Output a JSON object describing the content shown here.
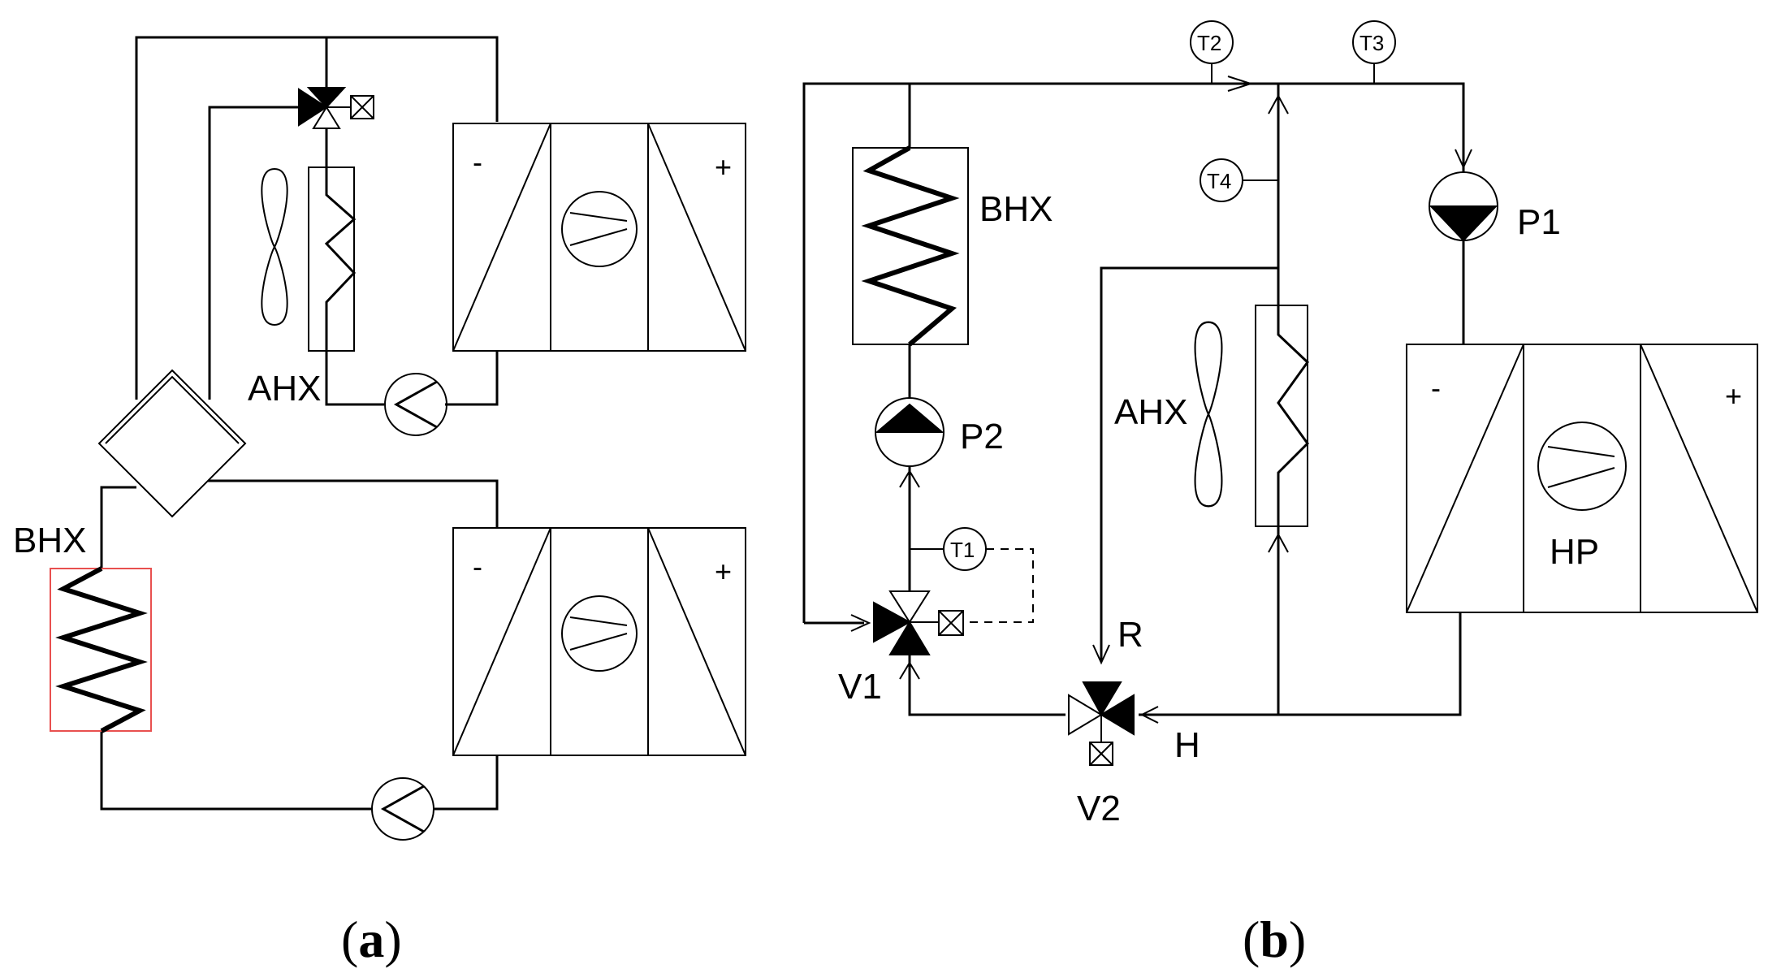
{
  "panels": {
    "a": {
      "caption_open": "(",
      "caption_letter": "a",
      "caption_close": ")",
      "labels": {
        "bhx": "BHX",
        "ahx": "AHX"
      },
      "hp_top": {
        "minus": "-",
        "plus": "+"
      },
      "hp_bottom": {
        "minus": "-",
        "plus": "+"
      },
      "colors": {
        "bhx_box": "#e8504f"
      }
    },
    "b": {
      "caption_open": "(",
      "caption_letter": "b",
      "caption_close": ")",
      "labels": {
        "bhx": "BHX",
        "ahx": "AHX",
        "p1": "P1",
        "p2": "P2",
        "v1": "V1",
        "v2": "V2",
        "r": "R",
        "h": "H",
        "hp": "HP"
      },
      "hp": {
        "minus": "-",
        "plus": "+"
      },
      "sensors": {
        "t1": "T1",
        "t2": "T2",
        "t3": "T3",
        "t4": "T4"
      }
    }
  }
}
